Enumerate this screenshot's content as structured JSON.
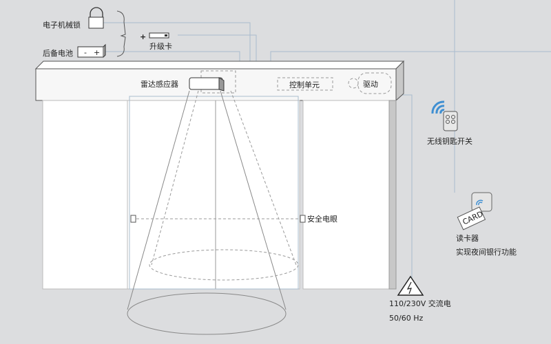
{
  "labels": {
    "lock": "电子机械锁",
    "battery": "后备电池",
    "battery_minus": "-",
    "battery_plus": "+",
    "plus": "+",
    "upgrade_card": "升级卡",
    "radar": "雷达感应器",
    "control_unit": "控制单元",
    "drive": "驱动",
    "wireless_key": "无线钥匙开关",
    "safety_beam": "安全电眼",
    "card": "CARD",
    "card_reader": "读卡器",
    "card_reader_desc": "实现夜间银行功能",
    "power": "110/230V 交流电",
    "frequency": "50/60 Hz"
  },
  "colors": {
    "background": "#dcdddf",
    "wire": "#a9bccd",
    "wireless": "#3f8fd2"
  }
}
